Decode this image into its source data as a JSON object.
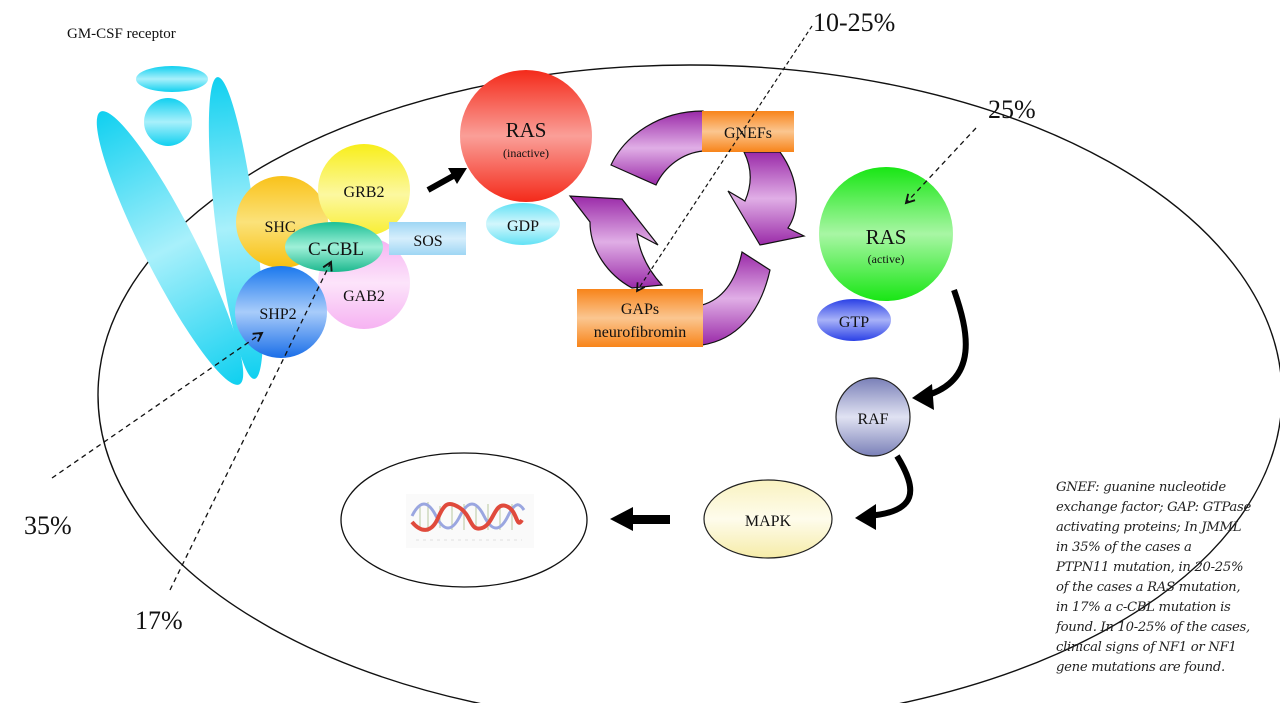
{
  "title": "GM-CSF receptor",
  "molecules": {
    "shc": "SHC",
    "grb2": "GRB2",
    "ccbl": "C-CBL",
    "sos": "SOS",
    "gab2": "GAB2",
    "shp2": "SHP2",
    "ras_inactive": {
      "name": "RAS",
      "state": "(inactive)"
    },
    "gdp": "GDP",
    "gnefs": "GNEFs",
    "gaps": {
      "line1": "GAPs",
      "line2": "neurofibromin"
    },
    "ras_active": {
      "name": "RAS",
      "state": "(active)"
    },
    "gtp": "GTP",
    "raf": "RAF",
    "mapk": "MAPK"
  },
  "mutation_frequencies": {
    "ptpn11": "35%",
    "cbl": "17%",
    "nf1": "10-25%",
    "ras": "25%"
  },
  "nucleus": {
    "icon": "dna-helix-icon"
  },
  "caption_lines": [
    "GNEF: guanine nucleotide",
    "exchange factor; GAP: GTPase",
    "activating proteins; In JMML",
    "in 35% of the cases a",
    "PTPN11 mutation, in 20-25%",
    "of the cases a RAS mutation,",
    "in 17% a c-CBL mutation is",
    "found. In 10-25% of the cases,",
    "clinical signs of NF1 or NF1",
    "gene mutations are found."
  ],
  "colors": {
    "receptor": "#22d4f0",
    "shc": "#f7c21e",
    "grb2": "#f7ef2a",
    "ccbl": "#2fc9a0",
    "sos": "#a8dcf5",
    "gab2": "#f4b9f0",
    "shp2": "#2f8cef",
    "ras_inactive": "#f43a2a",
    "gdp": "#7fe6f5",
    "gnefs": "#f88a1c",
    "gaps": "#f88a1c",
    "cycle_arrows": "#a63ab0",
    "ras_active": "#2fe82a",
    "gtp": "#3a50e8",
    "raf": "#8a8fc0",
    "mapk": "#fbf6c8"
  }
}
